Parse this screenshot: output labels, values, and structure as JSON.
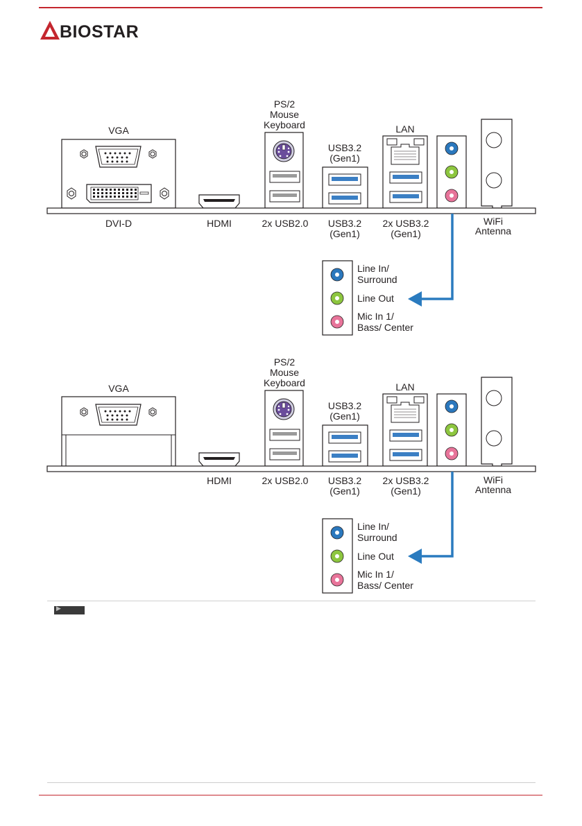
{
  "brand": {
    "name": "BIOSTAR",
    "logo_color": "#c4262e"
  },
  "diagram1": {
    "top_labels": {
      "vga": "VGA",
      "ps2": [
        "PS/2",
        "Mouse",
        "Keyboard"
      ],
      "usb32": [
        "USB3.2",
        "(Gen1)"
      ],
      "lan": "LAN"
    },
    "bottom_labels": {
      "dvid": "DVI-D",
      "hdmi": "HDMI",
      "usb20": "2x USB2.0",
      "usb32": [
        "USB3.2",
        "(Gen1)"
      ],
      "usb32x2": [
        "2x USB3.2",
        "(Gen1)"
      ],
      "wifi": [
        "WiFi",
        "Antenna"
      ]
    },
    "legend": {
      "line_in": [
        "Line In/",
        "Surround"
      ],
      "line_out": "Line Out",
      "mic_in": [
        "Mic In 1/",
        "Bass/ Center"
      ]
    }
  },
  "diagram2": {
    "top_labels": {
      "vga": "VGA",
      "ps2": [
        "PS/2",
        "Mouse",
        "Keyboard"
      ],
      "usb32": [
        "USB3.2",
        "(Gen1)"
      ],
      "lan": "LAN"
    },
    "bottom_labels": {
      "hdmi": "HDMI",
      "usb20": "2x USB2.0",
      "usb32": [
        "USB3.2",
        "(Gen1)"
      ],
      "usb32x2": [
        "2x USB3.2",
        "(Gen1)"
      ],
      "wifi": [
        "WiFi",
        "Antenna"
      ]
    },
    "legend": {
      "line_in": [
        "Line In/",
        "Surround"
      ],
      "line_out": "Line Out",
      "mic_in": [
        "Mic In 1/",
        "Bass/ Center"
      ]
    }
  },
  "colors": {
    "audio_blue": "#2b78bd",
    "audio_green": "#8dc63f",
    "audio_pink": "#e8749a",
    "usb3_blue": "#3b7fc4",
    "usb2_grey": "#9a9a9a",
    "ps2_purple": "#6a4c9c",
    "arrow_blue": "#2a7bbf"
  }
}
